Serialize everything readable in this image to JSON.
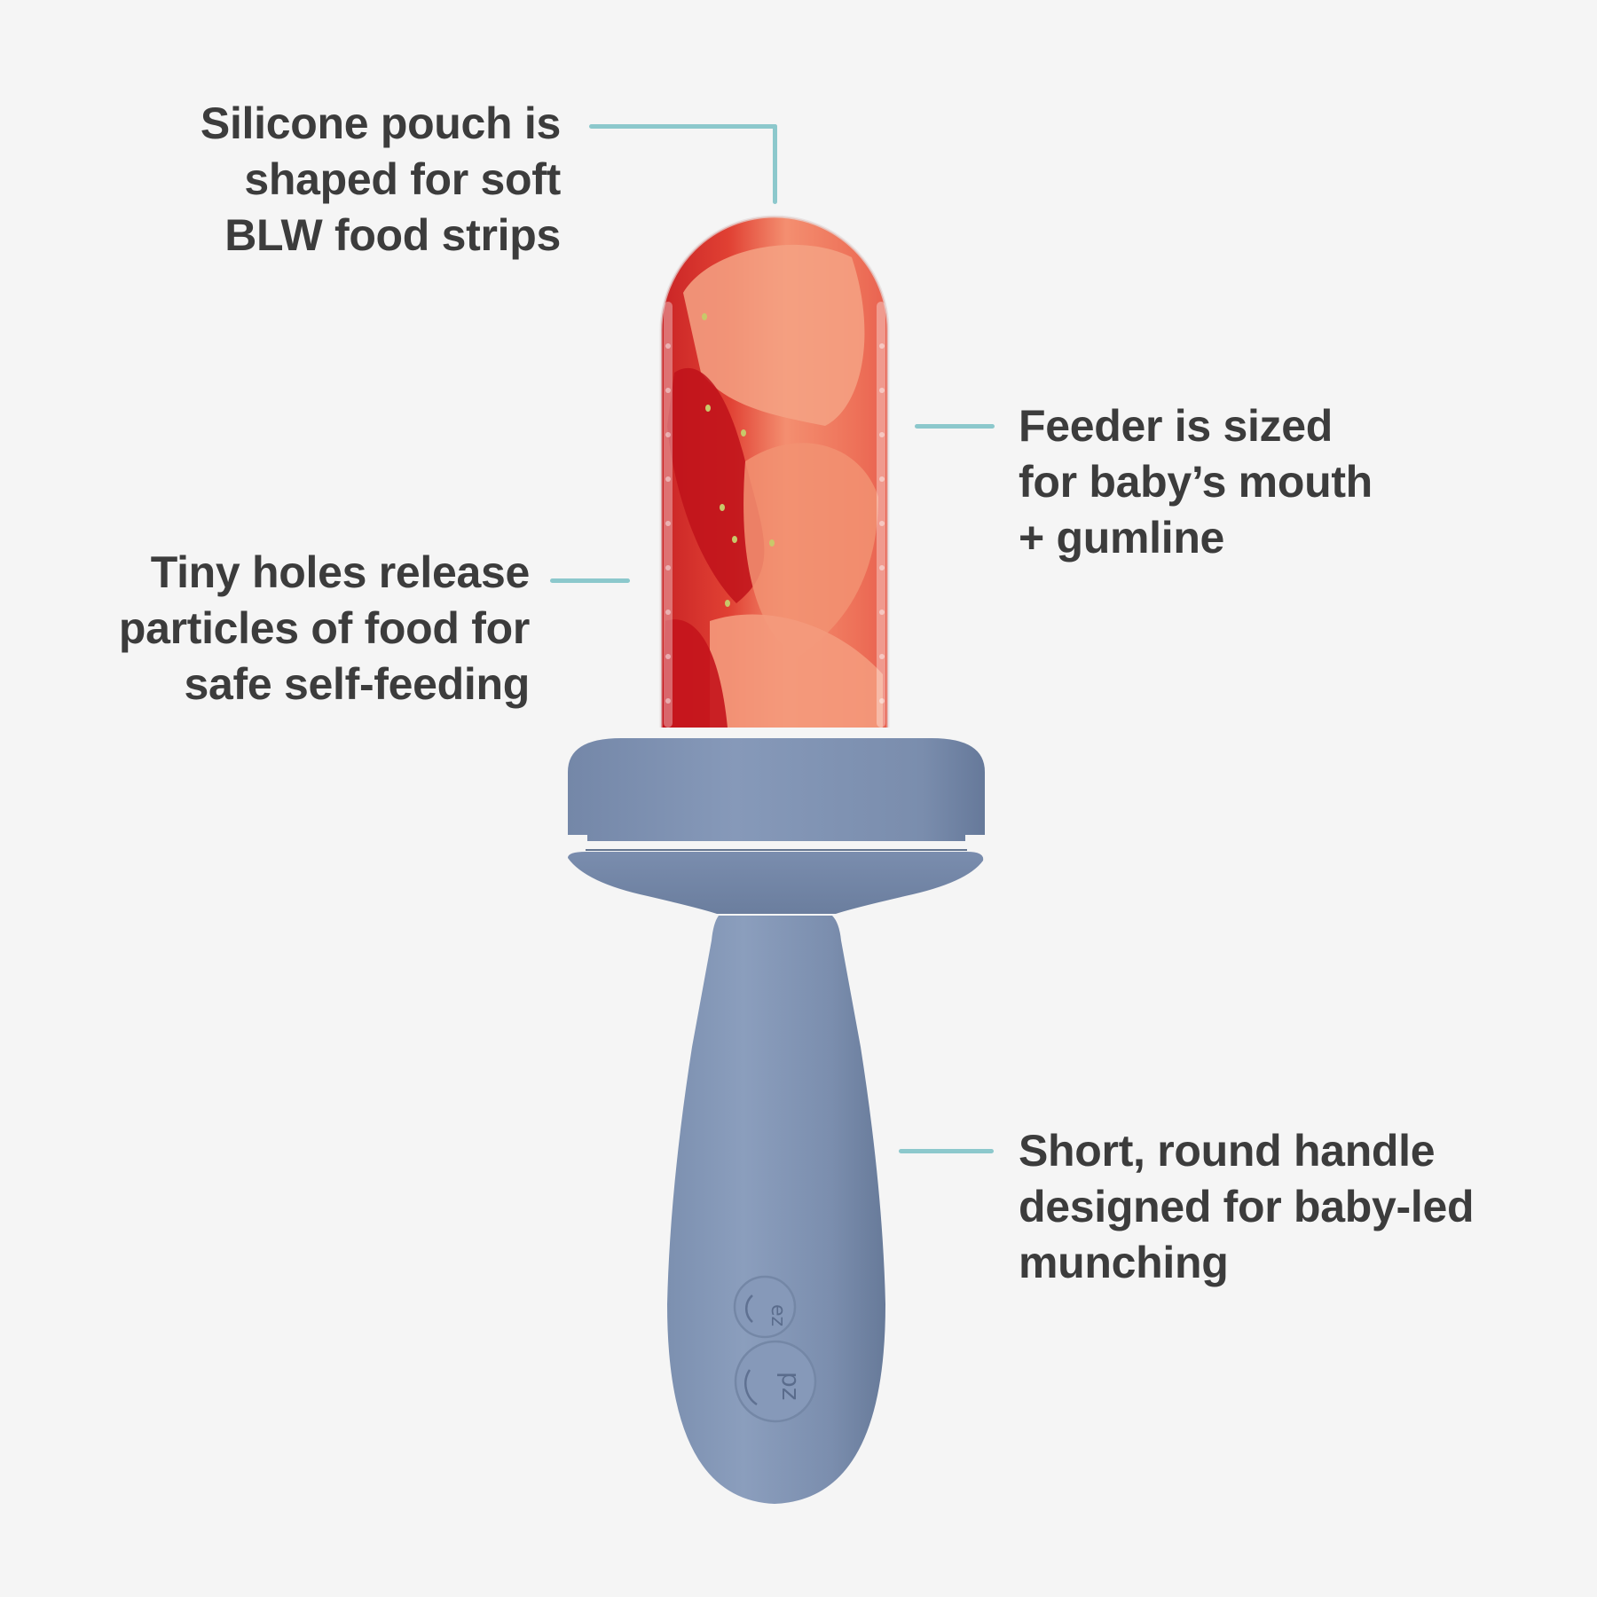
{
  "colors": {
    "background": "#f5f5f5",
    "text": "#3c3c3c",
    "connector": "#8cc8cc",
    "silicone_blue": "#8094b4",
    "silicone_blue_dark": "#6a7d9c",
    "silicone_blue_light": "#93a6c4",
    "strawberry_red": "#d8241c",
    "strawberry_pink": "#f08a70"
  },
  "product": {
    "name": "silicone-teether-feeder",
    "brand_mark": [
      "ez",
      "pz"
    ]
  },
  "callouts": {
    "pouch": {
      "lines": [
        "Silicone pouch is",
        "shaped for soft",
        "BLW food strips"
      ]
    },
    "holes": {
      "lines": [
        "Tiny holes release",
        "particles of food for",
        "safe self-feeding"
      ]
    },
    "size": {
      "lines": [
        "Feeder is sized",
        "for baby’s mouth",
        "+ gumline"
      ]
    },
    "handle": {
      "lines": [
        "Short, round handle",
        "designed for baby-led",
        "munching"
      ]
    }
  }
}
